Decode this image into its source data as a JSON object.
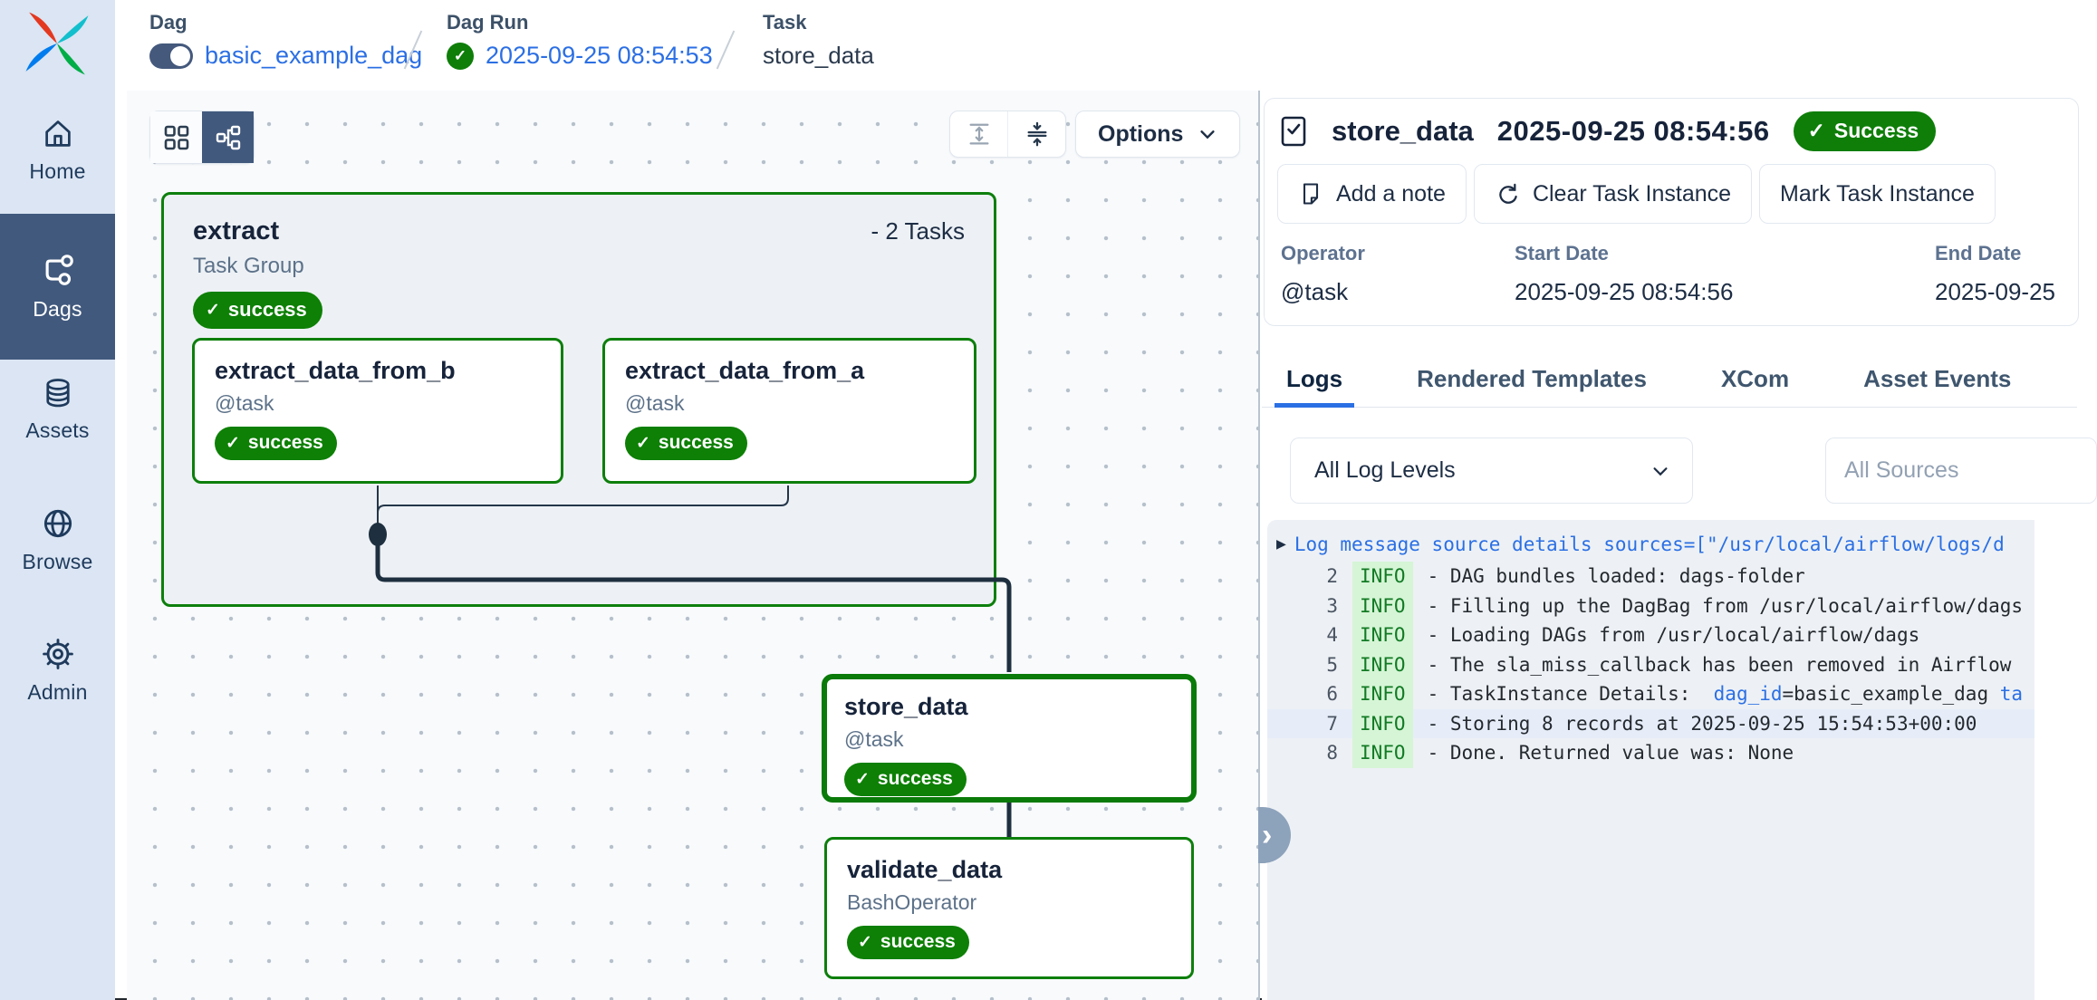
{
  "icons": {
    "check": "✓",
    "chevron_down": "⌄",
    "chevron_right": "›",
    "triangle_right": "▶"
  },
  "sidebar": {
    "items": [
      {
        "label": "Home",
        "icon": "home-icon",
        "active": false
      },
      {
        "label": "Dags",
        "icon": "dag-icon",
        "active": true
      },
      {
        "label": "Assets",
        "icon": "database-icon",
        "active": false
      },
      {
        "label": "Browse",
        "icon": "globe-icon",
        "active": false
      },
      {
        "label": "Admin",
        "icon": "gear-icon",
        "active": false
      }
    ]
  },
  "breadcrumb": {
    "dag": {
      "label": "Dag",
      "value": "basic_example_dag",
      "toggle_on": true
    },
    "dag_run": {
      "label": "Dag Run",
      "value": "2025-09-25 08:54:53",
      "status": "success"
    },
    "task": {
      "label": "Task",
      "value": "store_data"
    }
  },
  "canvas_toolbar": {
    "options_label": "Options"
  },
  "graph": {
    "group": {
      "title": "extract",
      "count": "- 2 Tasks",
      "subtitle": "Task Group",
      "status": "success"
    },
    "nodes": [
      {
        "title": "extract_data_from_b",
        "subtitle": "@task",
        "status": "success"
      },
      {
        "title": "extract_data_from_a",
        "subtitle": "@task",
        "status": "success"
      },
      {
        "title": "store_data",
        "subtitle": "@task",
        "status": "success",
        "selected": true
      },
      {
        "title": "validate_data",
        "subtitle": "BashOperator",
        "status": "success"
      }
    ]
  },
  "panel": {
    "title": "store_data",
    "timestamp": "2025-09-25 08:54:56",
    "status": "Success",
    "buttons": {
      "add_note": "Add a note",
      "clear_task": "Clear Task Instance",
      "mark_task": "Mark Task Instance"
    },
    "meta": {
      "operator_label": "Operator",
      "operator_value": "@task",
      "start_label": "Start Date",
      "start_value": "2025-09-25 08:54:56",
      "end_label": "End Date",
      "end_value": "2025-09-25"
    },
    "tabs": [
      {
        "label": "Logs",
        "active": true
      },
      {
        "label": "Rendered Templates",
        "active": false
      },
      {
        "label": "XCom",
        "active": false
      },
      {
        "label": "Asset Events",
        "active": false
      }
    ],
    "filters": {
      "log_levels_value": "All Log Levels",
      "sources_placeholder": "All Sources"
    },
    "log": {
      "header": "Log message source details sources=[\"/usr/local/airflow/logs/d",
      "lines": [
        {
          "num": "2",
          "level": "INFO",
          "highlight": false,
          "message_parts": [
            {
              "text": "- DAG bundles loaded: dags-folder",
              "style": "plain"
            }
          ]
        },
        {
          "num": "3",
          "level": "INFO",
          "highlight": false,
          "message_parts": [
            {
              "text": "- Filling up the DagBag from /usr/local/airflow/dags",
              "style": "plain"
            }
          ]
        },
        {
          "num": "4",
          "level": "INFO",
          "highlight": false,
          "message_parts": [
            {
              "text": "- Loading DAGs from /usr/local/airflow/dags",
              "style": "plain"
            }
          ]
        },
        {
          "num": "5",
          "level": "INFO",
          "highlight": false,
          "message_parts": [
            {
              "text": "- The sla_miss_callback has been removed in Airflow",
              "style": "plain"
            }
          ]
        },
        {
          "num": "6",
          "level": "INFO",
          "highlight": false,
          "message_parts": [
            {
              "text": "- TaskInstance Details:  ",
              "style": "plain"
            },
            {
              "text": "dag_id",
              "style": "link"
            },
            {
              "text": "=basic_example_dag ",
              "style": "plain"
            },
            {
              "text": "ta",
              "style": "link"
            }
          ]
        },
        {
          "num": "7",
          "level": "INFO",
          "highlight": true,
          "message_parts": [
            {
              "text": "- Storing 8 records at 2025-09-25 15:54:53+00:00",
              "style": "plain"
            }
          ]
        },
        {
          "num": "8",
          "level": "INFO",
          "highlight": false,
          "message_parts": [
            {
              "text": "- Done. Returned value was: None",
              "style": "plain"
            }
          ]
        }
      ]
    }
  },
  "colors": {
    "accent_blue": "#2b6fe4",
    "success_green": "#0e7e09",
    "sidebar_active": "#41597d"
  }
}
